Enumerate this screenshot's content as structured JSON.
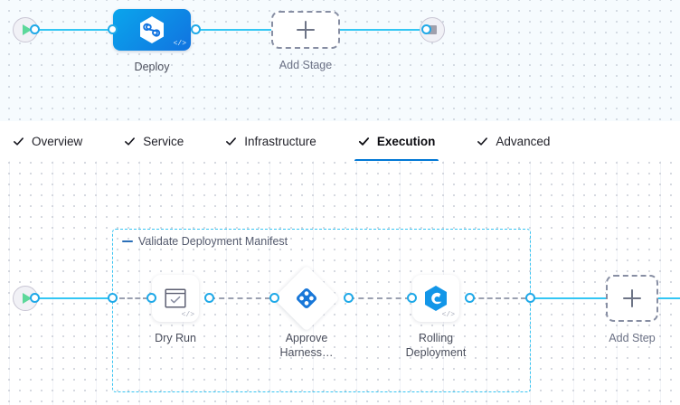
{
  "stage_canvas": {
    "start_node": {
      "icon": "play-icon",
      "name": "pipeline-start"
    },
    "end_node": {
      "icon": "stop-icon",
      "name": "pipeline-end"
    },
    "nodes": [
      {
        "id": "deploy",
        "label": "Deploy",
        "icon": "harness-hexagon-icon",
        "badge": "</>",
        "type": "stage",
        "selected": true
      },
      {
        "id": "add-stage",
        "label": "Add Stage",
        "icon": "plus-icon",
        "type": "add"
      }
    ]
  },
  "tabs": {
    "items": [
      {
        "label": "Overview",
        "icon": "check-icon",
        "active": false
      },
      {
        "label": "Service",
        "icon": "check-icon",
        "active": false
      },
      {
        "label": "Infrastructure",
        "icon": "check-icon",
        "active": false
      },
      {
        "label": "Execution",
        "icon": "check-icon",
        "active": true
      },
      {
        "label": "Advanced",
        "icon": "check-icon",
        "active": false
      }
    ],
    "active_color": "#0278d5"
  },
  "steps_canvas": {
    "start_node": {
      "icon": "play-icon",
      "name": "execution-start"
    },
    "group": {
      "title": "Validate Deployment Manifest",
      "collapse_icon": "collapse-dash-icon",
      "border_color": "#38c4f2"
    },
    "steps": [
      {
        "id": "dry-run",
        "label": "Dry Run",
        "icon": "window-check-icon",
        "badge": "</>",
        "shape": "rounded"
      },
      {
        "id": "approve-harness",
        "label": "Approve Harness…",
        "icon": "harness-approval-diamond-icon",
        "shape": "diamond"
      },
      {
        "id": "rolling-deployment",
        "label": "Rolling Deployment",
        "icon": "rolling-deployment-hexagon-icon",
        "badge": "</>",
        "shape": "rounded"
      }
    ],
    "add_step": {
      "label": "Add Step",
      "icon": "plus-icon"
    }
  },
  "colors": {
    "edge": "#33c6f4",
    "dashed_edge": "#9aa0b0",
    "port": "#1fa9e8",
    "deploy_gradient_from": "#0aa5ec",
    "deploy_gradient_to": "#1173e0",
    "stage_canvas_bg": "#f6fbfe",
    "steps_canvas_bg": "#ffffff"
  }
}
